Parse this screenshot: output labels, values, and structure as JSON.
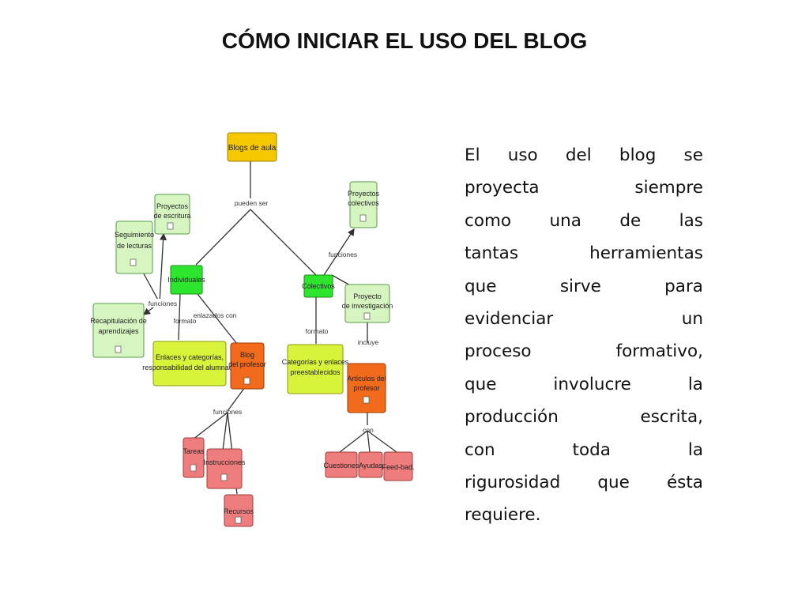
{
  "slide": {
    "title": "CÓMO INICIAR EL USO DEL BLOG",
    "body_lines": [
      [
        "El",
        "uso",
        "del",
        "blog",
        "se"
      ],
      [
        "proyecta",
        "siempre"
      ],
      [
        "como",
        "una",
        "de",
        "las"
      ],
      [
        "tantas",
        "herramientas"
      ],
      [
        "que",
        "sirve",
        "para"
      ],
      [
        "evidenciar",
        "un"
      ],
      [
        "proceso",
        "formativo,"
      ],
      [
        "que",
        "involucre",
        "la"
      ],
      [
        "producción",
        "escrita,"
      ],
      [
        "con",
        "toda",
        "la"
      ],
      [
        "rigurosidad",
        "que",
        "ésta"
      ],
      [
        "requiere."
      ]
    ]
  },
  "concept_map": {
    "colors": {
      "yellow_root": "#f5c800",
      "light_green": "#d6f5c0",
      "bright_green": "#2ee52e",
      "lime": "#d9f23a",
      "orange": "#f26a1b",
      "pink": "#f07d7d",
      "line": "#333333"
    },
    "nodes": {
      "blogs_de_aula": "Blogs de aula",
      "proyectos_escritura": [
        "Proyectos",
        "de escritura"
      ],
      "seguimiento_lecturas": [
        "Seguimiento",
        "de lecturas"
      ],
      "individuales": "Individuales",
      "recapitulacion": [
        "Recapitulación de",
        "aprendizajes"
      ],
      "enlaces_categorias": [
        "Enlaces y categorías,",
        "responsabilidad del alumnado"
      ],
      "blog_profesor": [
        "Blog",
        "del profesor"
      ],
      "tareas": "Tareas",
      "instrucciones": "Instrucciones",
      "recursos": "Recursos",
      "proyectos_colectivos": [
        "Proyectos",
        "colectivos"
      ],
      "colectivos": "Colectivos",
      "proyecto_investigacion": [
        "Proyecto",
        "de investigación"
      ],
      "categorias_enlaces": [
        "Categorías y enlaces",
        "preestablecidos"
      ],
      "articulos_profesor": [
        "Artículos del",
        "profesor"
      ],
      "cuestiones": "Cuestiones",
      "ayudas": "Ayudas",
      "feedback": "Feed-bad."
    },
    "links": {
      "pueden_ser": "pueden ser",
      "funciones_left": "funciones",
      "formato_left": "formato",
      "enlazados_con": "enlazados con",
      "funciones_bottom": "funciones",
      "funciones_right": "funciones",
      "formato_right": "formato",
      "incluye": "incluye",
      "con": "con"
    }
  }
}
